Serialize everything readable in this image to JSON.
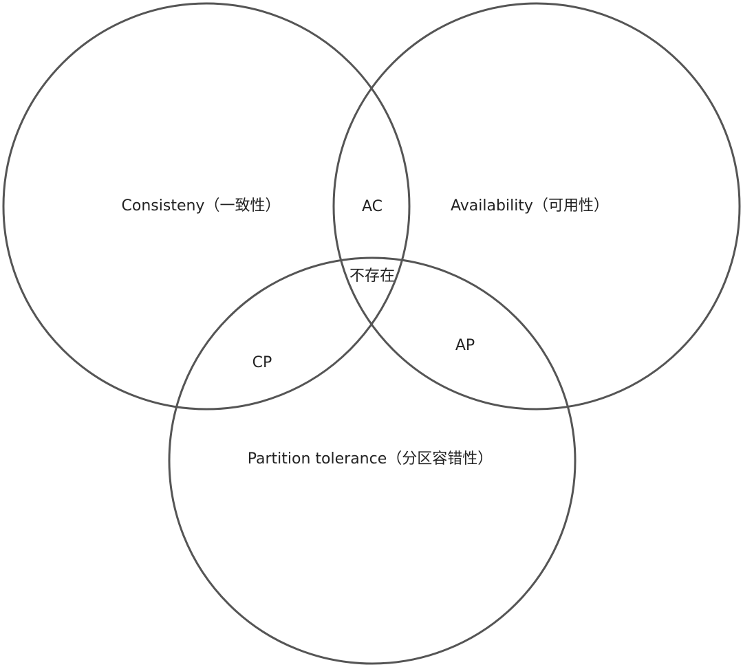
{
  "sets": {
    "consistency": {
      "label": "Consisteny（一致性）"
    },
    "availability": {
      "label": "Availability（可用性）"
    },
    "partition_tolerance": {
      "label": "Partition tolerance（分区容错性）"
    }
  },
  "intersections": {
    "ac": "AC",
    "cp": "CP",
    "ap": "AP",
    "cap": "不存在"
  },
  "colors": {
    "stroke": "#555555",
    "text": "#222222",
    "background": "#ffffff"
  }
}
